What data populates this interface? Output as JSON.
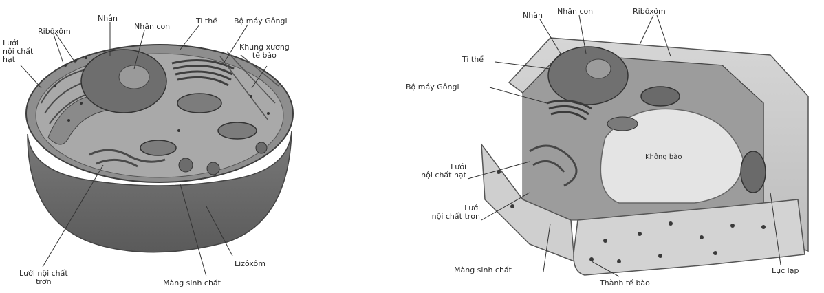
{
  "animal_cell": {
    "labels": {
      "luoi_noi_chat_hat": "Lưới\nnội chất\nhạt",
      "riboxom": "Ribôxôm",
      "nhan": "Nhân",
      "nhan_con": "Nhân con",
      "ti_the": "Ti thể",
      "bo_may_gongi": "Bộ máy Gôngi",
      "khung_xuong_te_bao": "Khung xương\ntế bào",
      "lizoxom": "Lizôxôm",
      "luoi_noi_chat_tron": "Lưới nội chất\ntrơn",
      "mang_sinh_chat": "Màng sinh chất"
    }
  },
  "plant_cell": {
    "labels": {
      "nhan": "Nhân",
      "nhan_con": "Nhân con",
      "riboxom": "Ribôxôm",
      "ti_the": "Ti thể",
      "bo_may_gongi": "Bộ máy Gôngi",
      "khong_bao": "Không bào",
      "luoi_noi_chat_hat": "Lưới\nnội chất hạt",
      "luoi_noi_chat_tron": "Lưới\nnội chất trơn",
      "mang_sinh_chat": "Màng sinh chất",
      "thanh_te_bao": "Thành tế bào",
      "luc_lap": "Lục lạp"
    }
  }
}
